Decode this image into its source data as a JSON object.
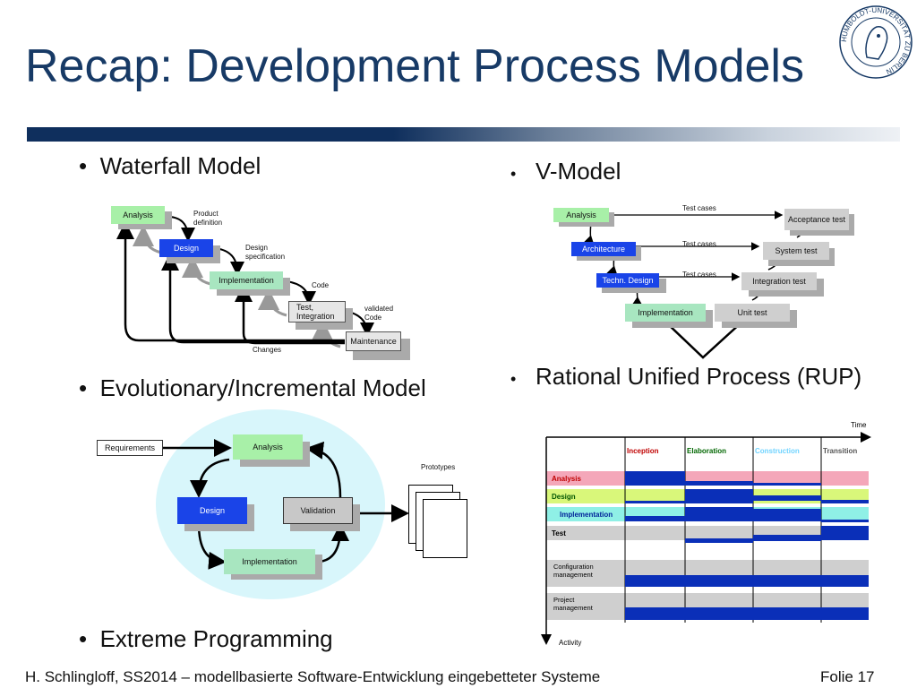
{
  "slide": {
    "title": "Recap: Development Process Models",
    "footer_left": "H. Schlingloff, SS2014 – modellbasierte Software-Entwicklung eingebetteter Systeme",
    "footer_right": "Folie 17",
    "seal_text": "HUMBOLDT-UNIVERSITÄT ZU BERLIN"
  },
  "bullets": {
    "waterfall": "Waterfall Model",
    "evolutionary": "Evolutionary/Incremental Model",
    "xp": "Extreme Programming",
    "vmodel": "V-Model",
    "rup": "Rational Unified Process (RUP)"
  },
  "waterfall": {
    "analysis": "Analysis",
    "product_definition": "Product definition",
    "design": "Design",
    "design_specification": "Design specification",
    "implementation": "Implementation",
    "code": "Code",
    "test_integration": "Test, Integration",
    "validated_code": "validated Code",
    "maintenance": "Maintenance",
    "changes": "Changes"
  },
  "evolutionary": {
    "requirements": "Requirements",
    "analysis": "Analysis",
    "design": "Design",
    "validation": "Validation",
    "implementation": "Implementation",
    "prototypes": "Prototypes"
  },
  "vmodel": {
    "analysis": "Analysis",
    "architecture": "Architecture",
    "techn_design": "Techn. Design",
    "implementation": "Implementation",
    "unit_test": "Unit test",
    "integration_test": "Integration test",
    "system_test": "System test",
    "acceptance_test": "Acceptance test",
    "test_cases_1": "Test cases",
    "test_cases_2": "Test cases",
    "test_cases_3": "Test cases"
  },
  "rup": {
    "time": "Time",
    "activity": "Activity",
    "phases": [
      "Inception",
      "Elaboration",
      "Construction",
      "Transition"
    ],
    "disciplines": [
      "Analysis",
      "Design",
      "Implementation",
      "Test",
      "Configuration management",
      "Project management"
    ],
    "colors": {
      "analysis": "#f4a7b9",
      "design": "#d9f77a",
      "implementation": "#8ff0e6",
      "test": "#cfcfcf",
      "bar": "#0a2fb8"
    }
  }
}
